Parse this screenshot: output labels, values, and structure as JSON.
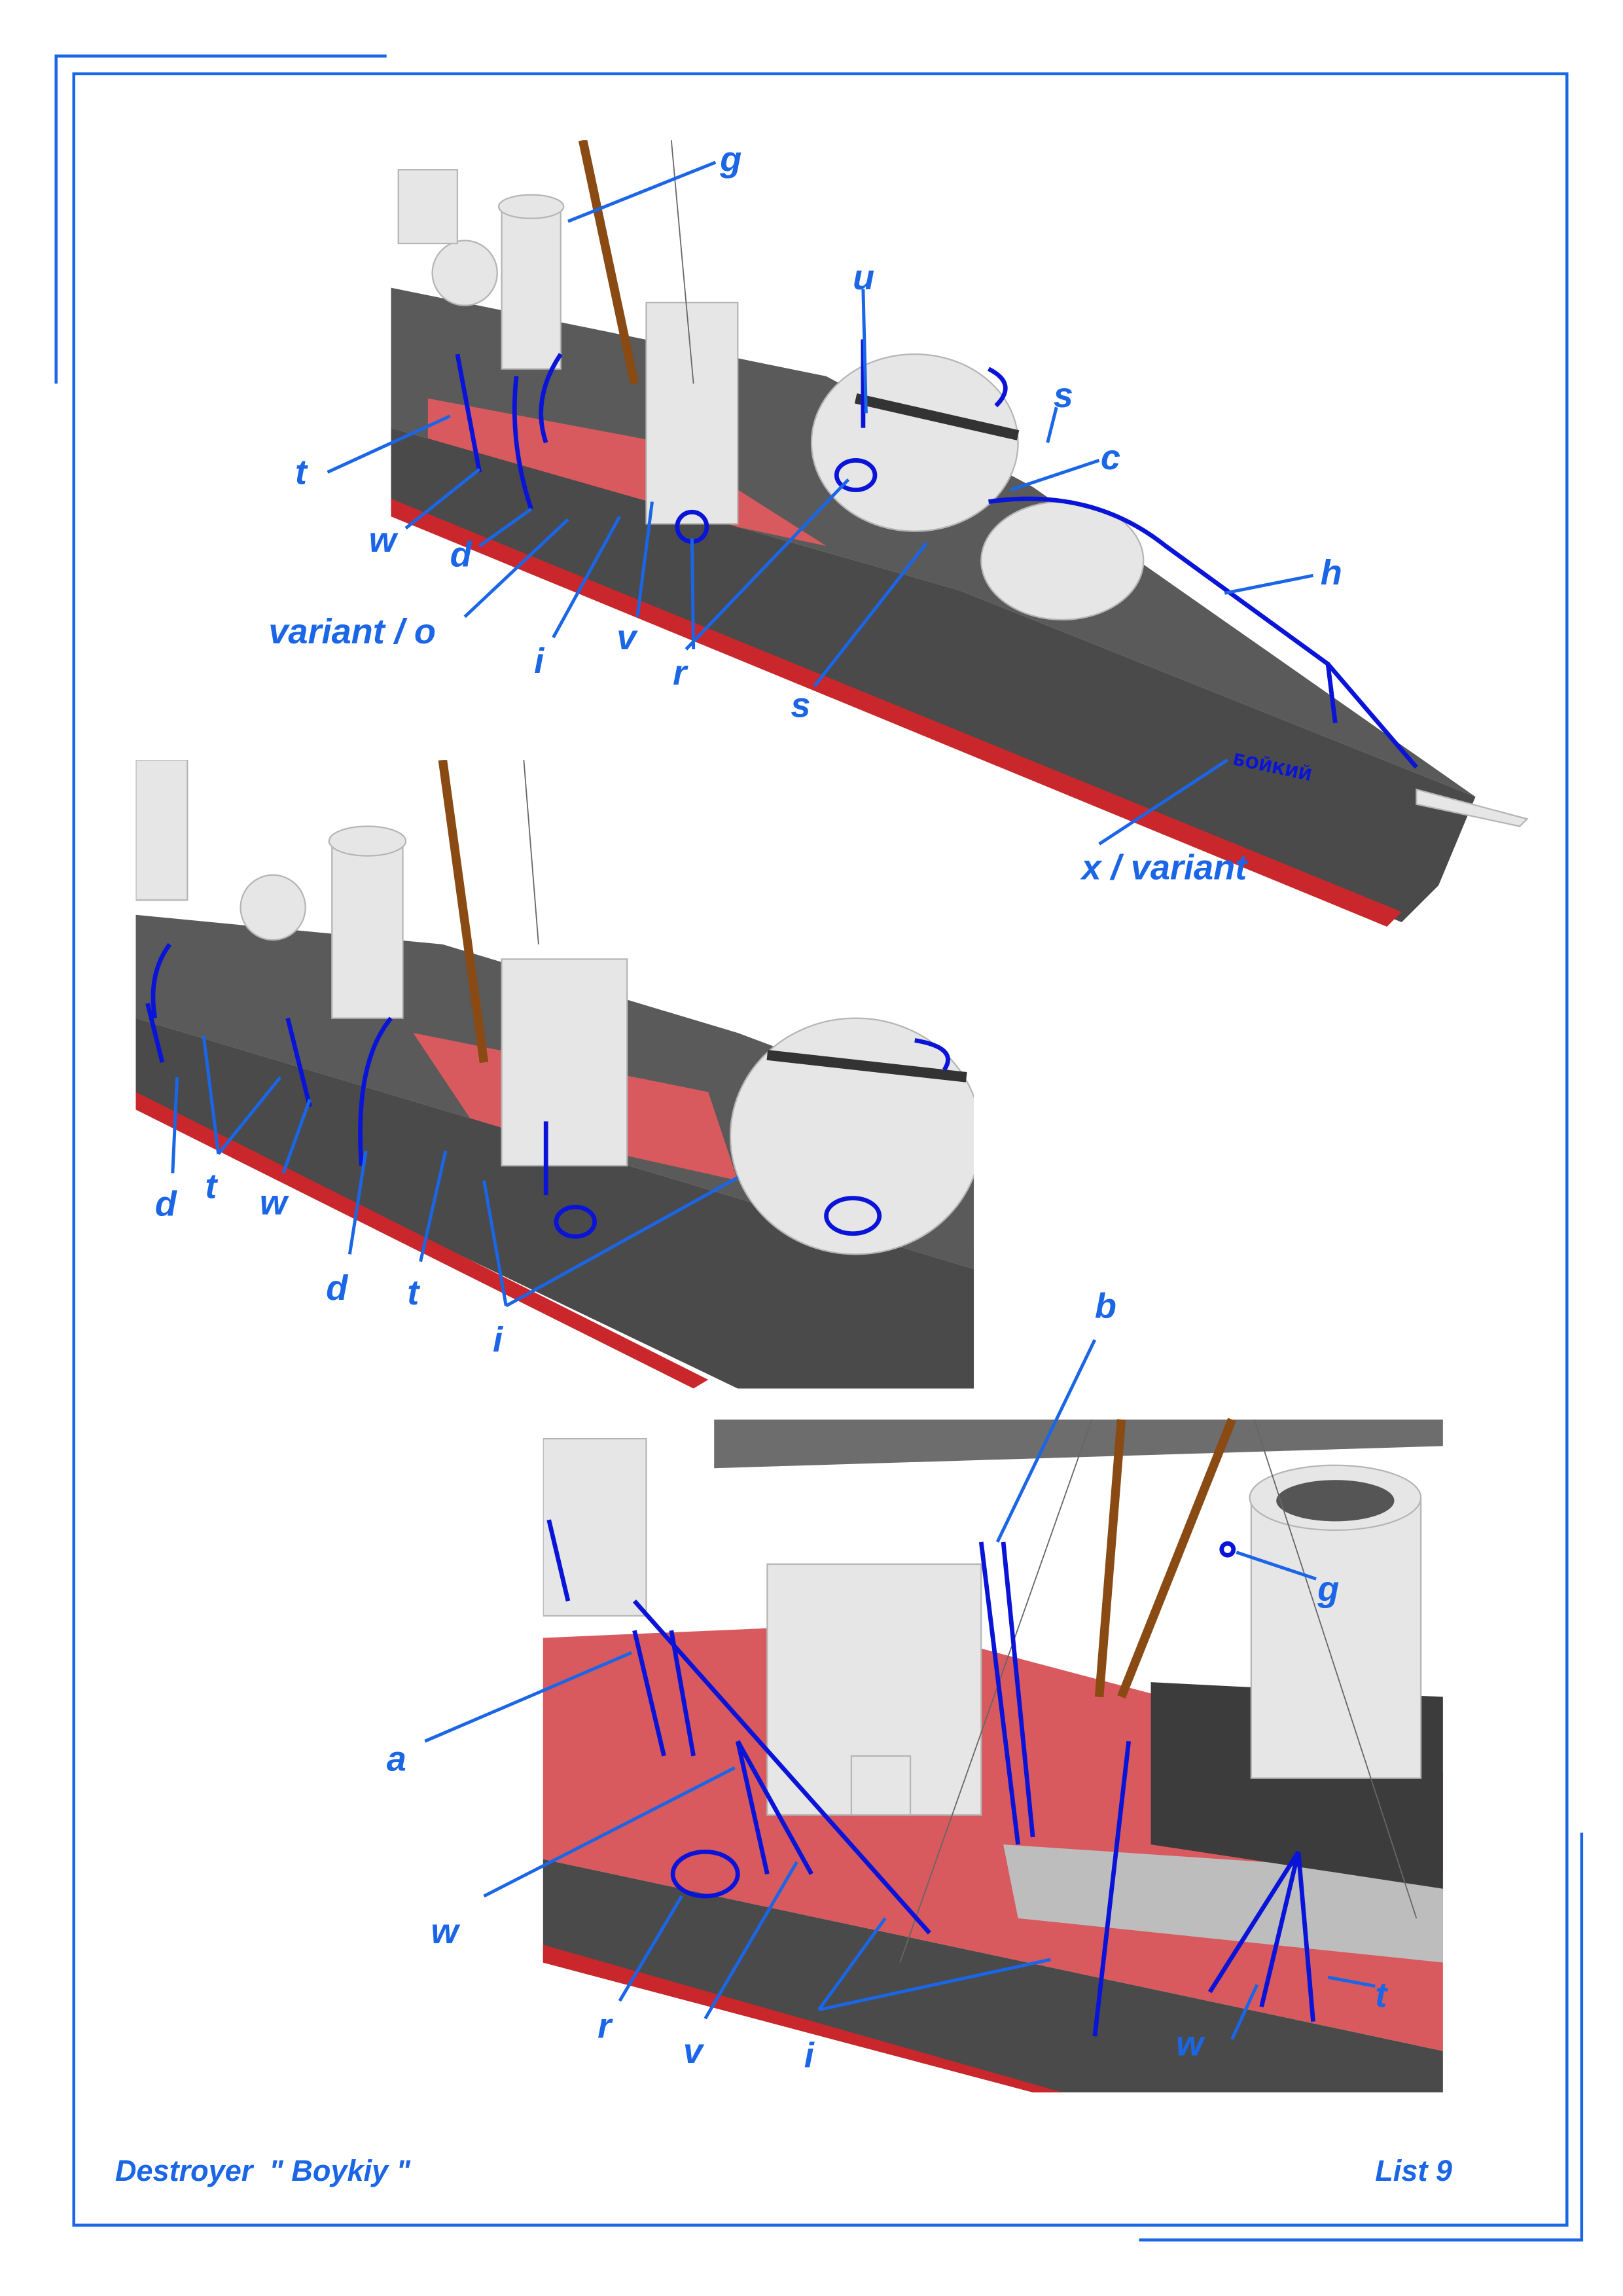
{
  "page": {
    "footer_title": "Destroyer  \" Boykiy \"",
    "footer_sheet": "List 9",
    "accent_color": "#1a66e6",
    "part_color": "#0a14d8"
  },
  "view_top": {
    "hull_name": "БОЙКИЙ",
    "labels": {
      "g": "g",
      "u": "u",
      "s1": "s",
      "c": "c",
      "h": "h",
      "t": "t",
      "w": "w",
      "d": "d",
      "o": "variant / o",
      "i": "i",
      "v": "v",
      "r": "r",
      "s2": "s",
      "x": "x / variant"
    }
  },
  "view_middle": {
    "labels": {
      "d1": "d",
      "t1": "t",
      "w": "w",
      "d2": "d",
      "t2": "t",
      "i": "i"
    }
  },
  "view_bottom": {
    "labels": {
      "b": "b",
      "g": "g",
      "a": "a",
      "w1": "w",
      "r": "r",
      "v": "v",
      "i": "i",
      "t": "t",
      "w2": "w"
    }
  }
}
